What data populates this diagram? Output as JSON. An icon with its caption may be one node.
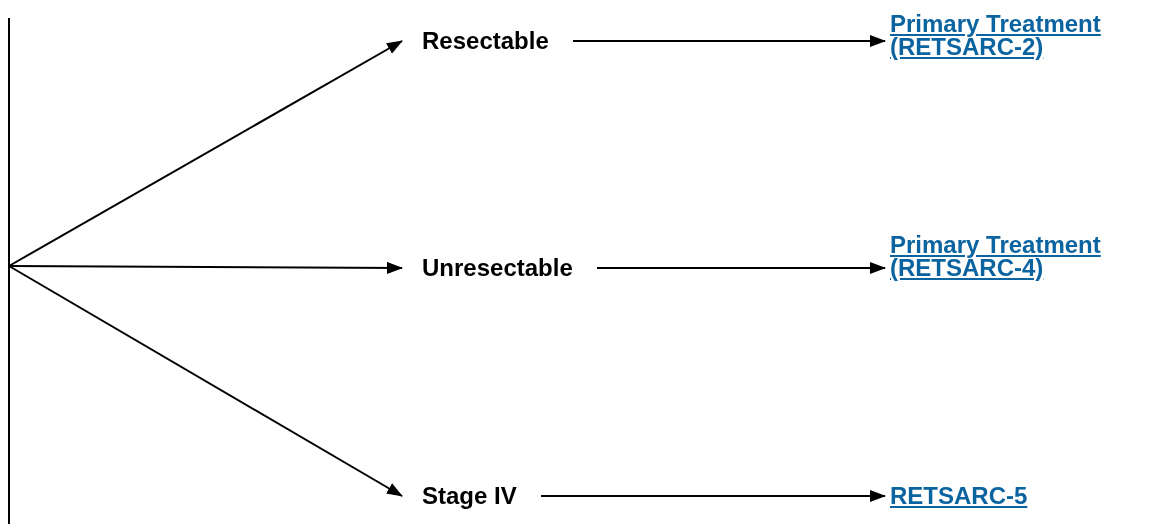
{
  "diagram": {
    "nodes": [
      {
        "text": [],
        "shape": "bar"
      },
      {
        "text": [
          "Resectable"
        ]
      },
      {
        "text": [
          "Unresectable"
        ]
      },
      {
        "text": [
          "Stage IV"
        ]
      },
      {
        "text": [
          "Primary Treatment (RETSARC-2)"
        ]
      },
      {
        "text": [
          "Primary Treatment (RETSARC-4)"
        ]
      },
      {
        "text": [
          "RETSARC-5"
        ]
      }
    ],
    "edges": [
      {
        "from": 0,
        "to": 1,
        "arrow": "to"
      },
      {
        "from": 0,
        "to": 2,
        "arrow": "to"
      },
      {
        "from": 0,
        "to": 3,
        "arrow": "to"
      },
      {
        "from": 1,
        "to": 4,
        "arrow": "to"
      },
      {
        "from": 2,
        "to": 5,
        "arrow": "to"
      },
      {
        "from": 3,
        "to": 6,
        "arrow": "to"
      }
    ]
  }
}
